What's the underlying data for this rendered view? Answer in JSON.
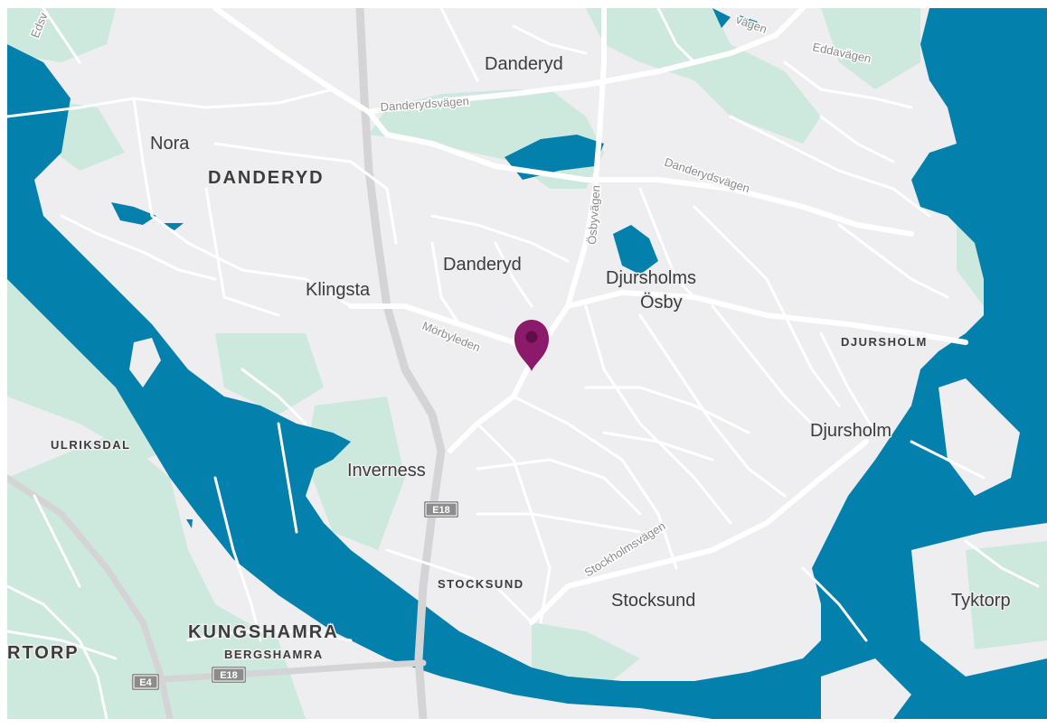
{
  "map": {
    "colors": {
      "land": "#eeeef0",
      "park": "#cde8dc",
      "water": "#0480ad",
      "road": "#ffffff",
      "highway": "#d4d4d6",
      "marker": "#8b1a6a",
      "marker_dot": "#5e0f47",
      "shield": "#8c8c8c"
    },
    "labels": {
      "danderyd_north": "Danderyd",
      "eddavagen": "Eddavägen",
      "danderydsvagen_nw": "Danderydsvägen",
      "edsv": "Edsv",
      "nora": "Nora",
      "danderyd_municipality": "DANDERYD",
      "danderydsvagen_ne": "Danderydsvägen",
      "osbyvagen": "Ösbyvägen",
      "danderyd_center": "Danderyd",
      "djursholms": "Djursholms",
      "osby": "Ösby",
      "klingsta": "Klingsta",
      "morbyleden": "Mörbyleden",
      "djursholm_area": "DJURSHOLM",
      "djursholm": "Djursholm",
      "ulriksdal": "ULRIKSDAL",
      "inverness": "Inverness",
      "e18_center": "E18",
      "stockholmsvagen": "Stockholmsvägen",
      "stocksund_area": "STOCKSUND",
      "stocksund": "Stocksund",
      "tyktorp": "Tyktorp",
      "kungshamra": "KUNGSHAMRA",
      "bergshamra": "BERGSHAMRA",
      "rtorp": "RTORP",
      "e4": "E4",
      "e18_sw": "E18"
    },
    "marker": {
      "icon": "map-pin-icon"
    }
  }
}
